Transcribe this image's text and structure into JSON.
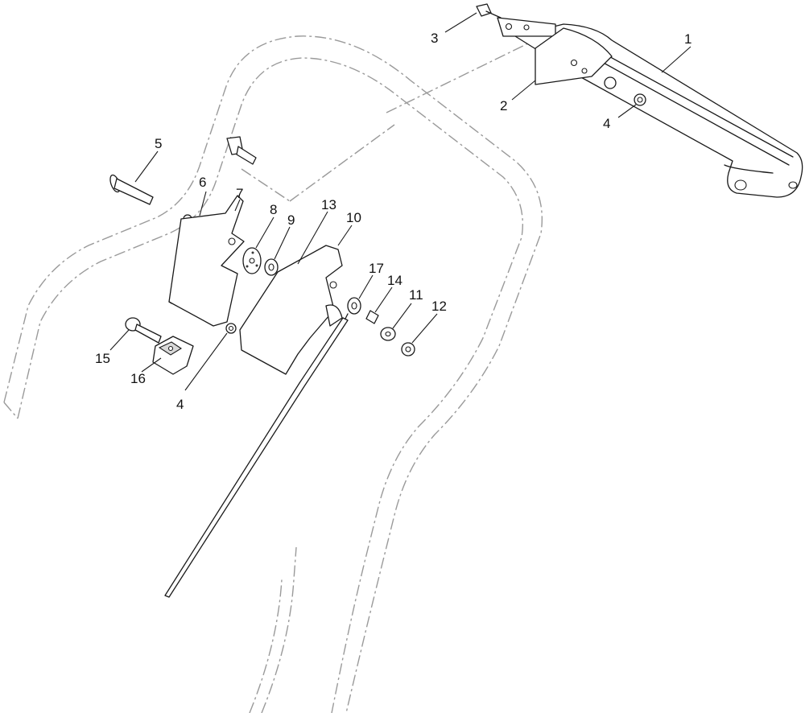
{
  "diagram": {
    "callouts": [
      {
        "id": "c1",
        "label": "1"
      },
      {
        "id": "c2",
        "label": "2"
      },
      {
        "id": "c3",
        "label": "3"
      },
      {
        "id": "c4a",
        "label": "4"
      },
      {
        "id": "c4b",
        "label": "4"
      },
      {
        "id": "c5",
        "label": "5"
      },
      {
        "id": "c6",
        "label": "6"
      },
      {
        "id": "c7",
        "label": "7"
      },
      {
        "id": "c8",
        "label": "8"
      },
      {
        "id": "c9",
        "label": "9"
      },
      {
        "id": "c10",
        "label": "10"
      },
      {
        "id": "c11",
        "label": "11"
      },
      {
        "id": "c12",
        "label": "12"
      },
      {
        "id": "c13",
        "label": "13"
      },
      {
        "id": "c14",
        "label": "14"
      },
      {
        "id": "c15",
        "label": "15"
      },
      {
        "id": "c16",
        "label": "16"
      },
      {
        "id": "c17",
        "label": "17"
      }
    ]
  },
  "colors": {
    "line": "#1a1a1a",
    "phantom_frame": "#9a9a9a",
    "background": "#ffffff"
  }
}
